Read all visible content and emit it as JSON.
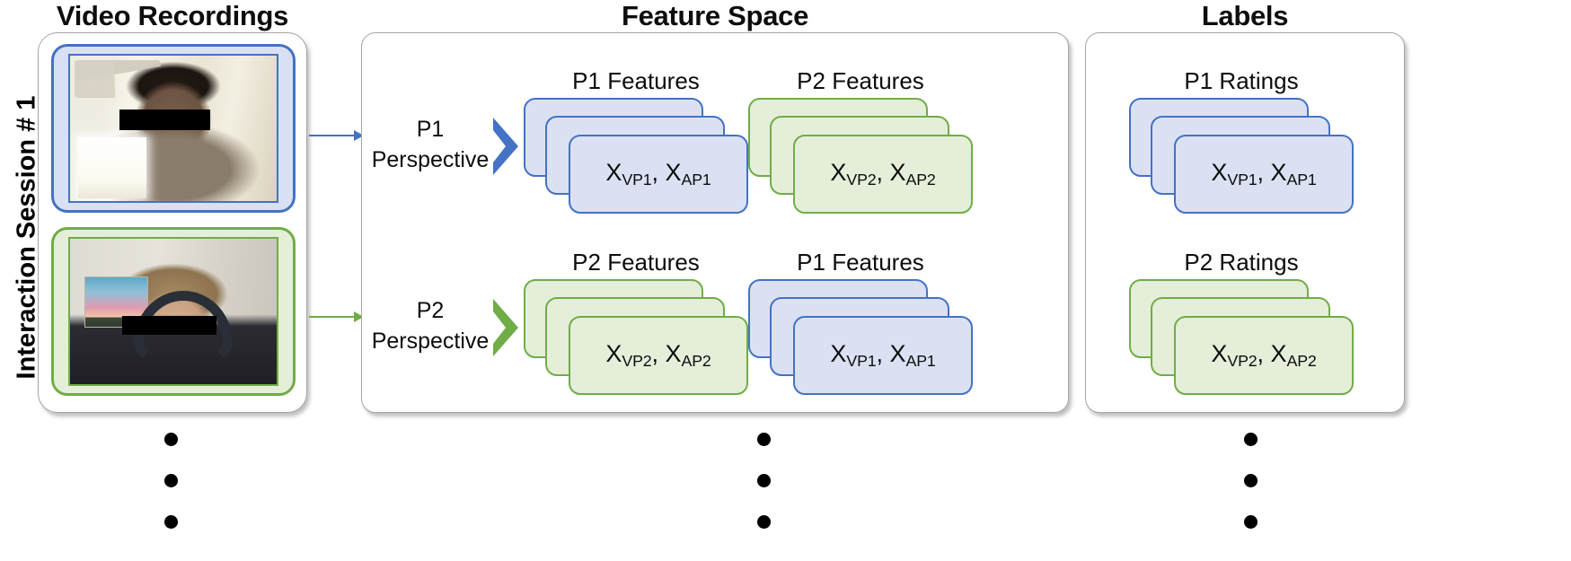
{
  "session": {
    "label": "Interaction Session # 1"
  },
  "columns": {
    "video": {
      "title": "Video Recordings"
    },
    "features": {
      "title": "Feature Space"
    },
    "labels": {
      "title": "Labels"
    }
  },
  "videos": [
    {
      "name": "p1-video-thumbnail",
      "border_color": "#4472c4",
      "participant": "P1"
    },
    {
      "name": "p2-video-thumbnail",
      "border_color": "#70ad47",
      "participant": "P2"
    }
  ],
  "perspectives": [
    {
      "name": "p1-perspective",
      "line1": "P1",
      "line2": "Perspective",
      "color": "#4472c4",
      "groups": [
        {
          "label": "P1 Features",
          "card_text_x": "X",
          "card_sub_1": "VP1",
          "card_sep": ", X",
          "card_sub_2": "AP1",
          "color": "blue"
        },
        {
          "label": "P2 Features",
          "card_text_x": "X",
          "card_sub_1": "VP2",
          "card_sep": ", X",
          "card_sub_2": "AP2",
          "color": "green"
        }
      ],
      "ratings": {
        "label": "P1 Ratings",
        "card_text_x": "X",
        "card_sub_1": "VP1",
        "card_sep": ", X",
        "card_sub_2": "AP1",
        "color": "blue"
      }
    },
    {
      "name": "p2-perspective",
      "line1": "P2",
      "line2": "Perspective",
      "color": "#70ad47",
      "groups": [
        {
          "label": "P2 Features",
          "card_text_x": "X",
          "card_sub_1": "VP2",
          "card_sep": ", X",
          "card_sub_2": "AP2",
          "color": "green"
        },
        {
          "label": "P1 Features",
          "card_text_x": "X",
          "card_sub_1": "VP1",
          "card_sep": ", X",
          "card_sub_2": "AP1",
          "color": "blue"
        }
      ],
      "ratings": {
        "label": "P2 Ratings",
        "card_text_x": "X",
        "card_sub_1": "VP2",
        "card_sep": ", X",
        "card_sub_2": "AP2",
        "color": "green"
      }
    }
  ],
  "continuation": {
    "symbol": "vertical-ellipsis",
    "dot_count": 3
  },
  "colors": {
    "blue_border": "#4472c4",
    "blue_fill": "#dbe1f3",
    "green_border": "#70ad47",
    "green_fill": "#e5eed9",
    "panel_border": "#a6a6a6",
    "text": "#0d0d0d"
  }
}
